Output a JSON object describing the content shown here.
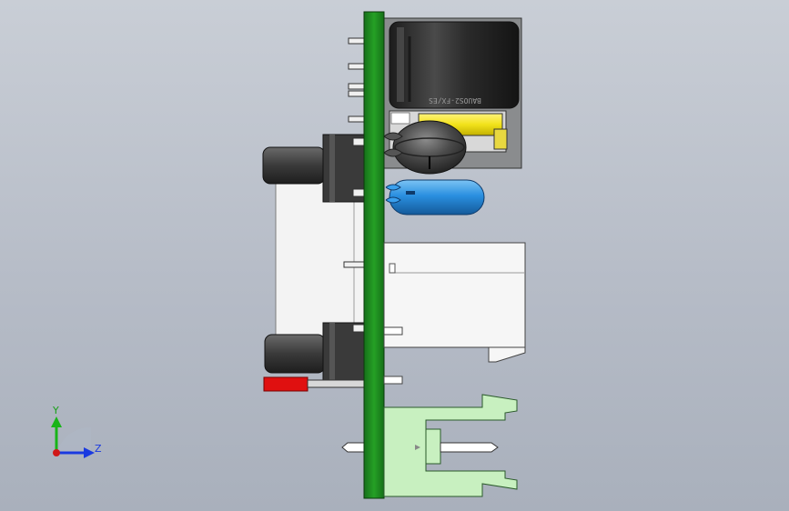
{
  "viewport": {
    "background_top": "#c9ced6",
    "background_bottom": "#a9b0bc"
  },
  "triad": {
    "y_label": "Y",
    "z_label": "Z",
    "y_color": "#18b418",
    "z_color": "#1a3ae0",
    "origin_color": "#d01818"
  },
  "colors": {
    "pcb": "#1f8a1f",
    "capacitor": "#2a2a2a",
    "yellow_part": "#f2e21a",
    "blue_part": "#2a8fe0",
    "header": "#c8f0c0",
    "connector": "#f4f4f4",
    "red_part": "#e01010"
  },
  "capacitor_marking": "BAUOS2-FX/ES"
}
